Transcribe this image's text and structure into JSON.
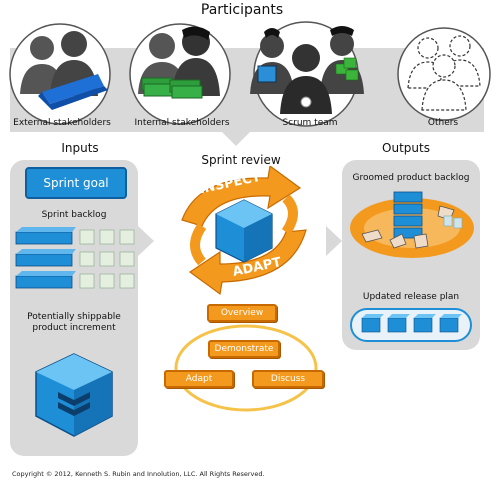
{
  "participants": {
    "title": "Participants",
    "groups": [
      {
        "label": "External stakeholders"
      },
      {
        "label": "Internal stakeholders"
      },
      {
        "label": "Scrum team"
      },
      {
        "label": "Others"
      }
    ]
  },
  "inputs": {
    "title": "Inputs",
    "sprint_goal": "Sprint goal",
    "sprint_backlog": "Sprint backlog",
    "increment": "Potentially shippable product increment"
  },
  "review": {
    "title": "Sprint review",
    "inspect": "INSPECT",
    "adapt": "ADAPT",
    "steps": {
      "overview": "Overview",
      "demonstrate": "Demonstrate",
      "adapt": "Adapt",
      "discuss": "Discuss"
    }
  },
  "outputs": {
    "title": "Outputs",
    "groomed": "Groomed product backlog",
    "release": "Updated release plan"
  },
  "copyright": "Copyright © 2012, Kenneth S. Rubin and Innolution, LLC. All Rights Reserved.",
  "colors": {
    "orange": "#f39a1e",
    "blue": "#1e8fd6",
    "panel": "#d9d9d9",
    "green": "#2e9e3c"
  }
}
